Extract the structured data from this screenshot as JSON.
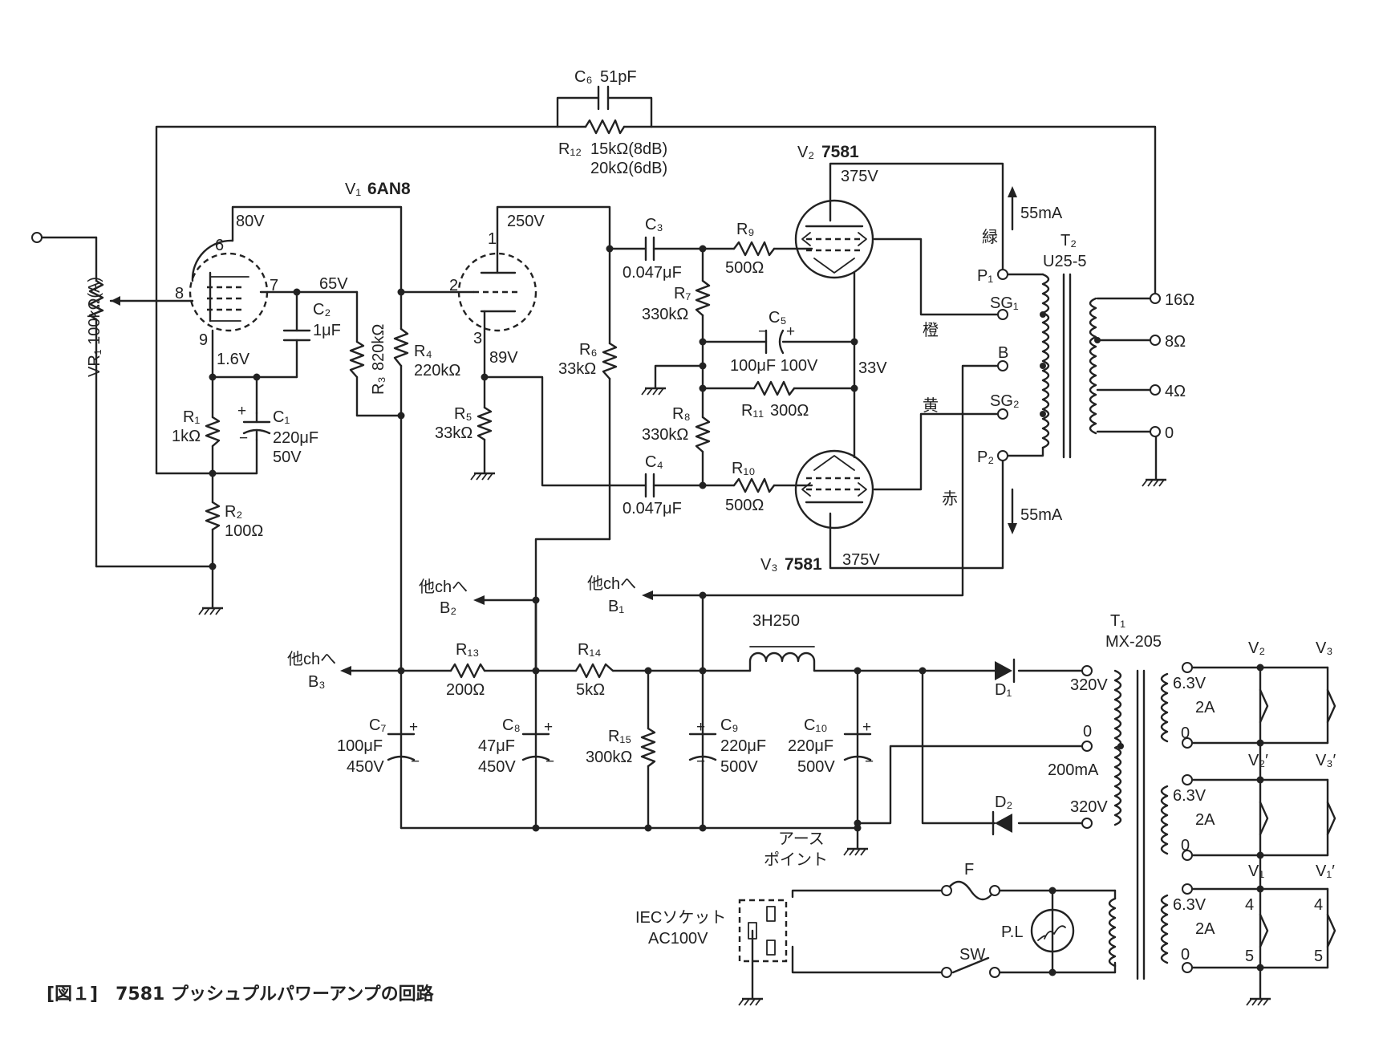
{
  "caption": "[図１]　7581 プッシュプルパワーアンプの回路",
  "tubes": {
    "v1": {
      "ref": "V₁",
      "type": "6AN8",
      "pins": [
        "6",
        "7",
        "8",
        "9",
        "1",
        "2",
        "3"
      ]
    },
    "v2": {
      "ref": "V₂",
      "type": "7581"
    },
    "v3": {
      "ref": "V₃",
      "type": "7581"
    }
  },
  "voltages": {
    "v1_pent_plate": "80V",
    "v1_pent_screen": "65V",
    "v1_pent_cathode": "1.6V",
    "v1_tri_plate": "250V",
    "v1_tri_cathode": "89V",
    "v2_plate": "375V",
    "v3_plate": "375V",
    "cathode_33": "33V"
  },
  "currents": {
    "upper": "55mA",
    "lower": "55mA"
  },
  "components": {
    "vr1": "VR₁ 100kΩ(A)",
    "c6": {
      "ref": "C₆",
      "value": "51pF"
    },
    "r12": {
      "ref": "R₁₂",
      "value1": "15kΩ(8dB)",
      "value2": "20kΩ(6dB)"
    },
    "c2": {
      "ref": "C₂",
      "value": "1μF"
    },
    "r3": {
      "ref": "R₃",
      "value": "820kΩ"
    },
    "r4": {
      "ref": "R₄",
      "value": "220kΩ"
    },
    "r1": {
      "ref": "R₁",
      "value": "1kΩ"
    },
    "c1": {
      "ref": "C₁",
      "value1": "220μF",
      "value2": "50V"
    },
    "r2": {
      "ref": "R₂",
      "value": "100Ω"
    },
    "r5": {
      "ref": "R₅",
      "value": "33kΩ"
    },
    "r6": {
      "ref": "R₆",
      "value": "33kΩ"
    },
    "c3": {
      "ref": "C₃",
      "value": "0.047μF"
    },
    "c4": {
      "ref": "C₄",
      "value": "0.047μF"
    },
    "r7": {
      "ref": "R₇",
      "value": "330kΩ"
    },
    "r8": {
      "ref": "R₈",
      "value": "330kΩ"
    },
    "r9": {
      "ref": "R₉",
      "value": "500Ω"
    },
    "r10": {
      "ref": "R₁₀",
      "value": "500Ω"
    },
    "c5": {
      "ref": "C₅",
      "value": "100μF 100V"
    },
    "r11": {
      "ref": "R₁₁",
      "value": "300Ω"
    },
    "r13": {
      "ref": "R₁₃",
      "value": "200Ω"
    },
    "r14": {
      "ref": "R₁₄",
      "value": "5kΩ"
    },
    "r15": {
      "ref": "R₁₅",
      "value": "300kΩ"
    },
    "c7": {
      "ref": "C₇",
      "value1": "100μF",
      "value2": "450V"
    },
    "c8": {
      "ref": "C₈",
      "value1": "47μF",
      "value2": "450V"
    },
    "c9": {
      "ref": "C₉",
      "value1": "220μF",
      "value2": "500V"
    },
    "c10": {
      "ref": "C₁₀",
      "value1": "220μF",
      "value2": "500V"
    },
    "choke": "3H250",
    "d1": "D₁",
    "d2": "D₂",
    "fuse": "F",
    "sw": "SW",
    "pl": "P.L",
    "iec1": "IECソケット",
    "iec2": "AC100V"
  },
  "out_transformer": {
    "ref": "T₂",
    "model": "U25-5",
    "p1": "P₁",
    "sg1": "SG₁",
    "b": "B",
    "sg2": "SG₂",
    "p2": "P₂",
    "taps": [
      "16Ω",
      "8Ω",
      "4Ω",
      "0"
    ],
    "wires": {
      "green": "緑",
      "orange": "橙",
      "yellow": "黄",
      "red": "赤"
    }
  },
  "power_transformer": {
    "ref": "T₁",
    "model": "MX-205",
    "hv1": "320V",
    "ct": "0",
    "current": "200mA",
    "hv2": "320V",
    "heater_v": "6.3V",
    "heater_a": "2A",
    "heater_zero": "0",
    "pin4": "4",
    "pin5": "5",
    "loads": [
      "V₂",
      "V₃",
      "V₂′",
      "V₃′",
      "V₁",
      "V₁′"
    ]
  },
  "rails": {
    "to_other_b2_1": "他chへ",
    "b2": "B₂",
    "to_other_b1_1": "他chへ",
    "b1": "B₁",
    "to_other_b3_1": "他chへ",
    "b3": "B₃"
  },
  "ground_point": {
    "line1": "アース",
    "line2": "ポイント"
  }
}
